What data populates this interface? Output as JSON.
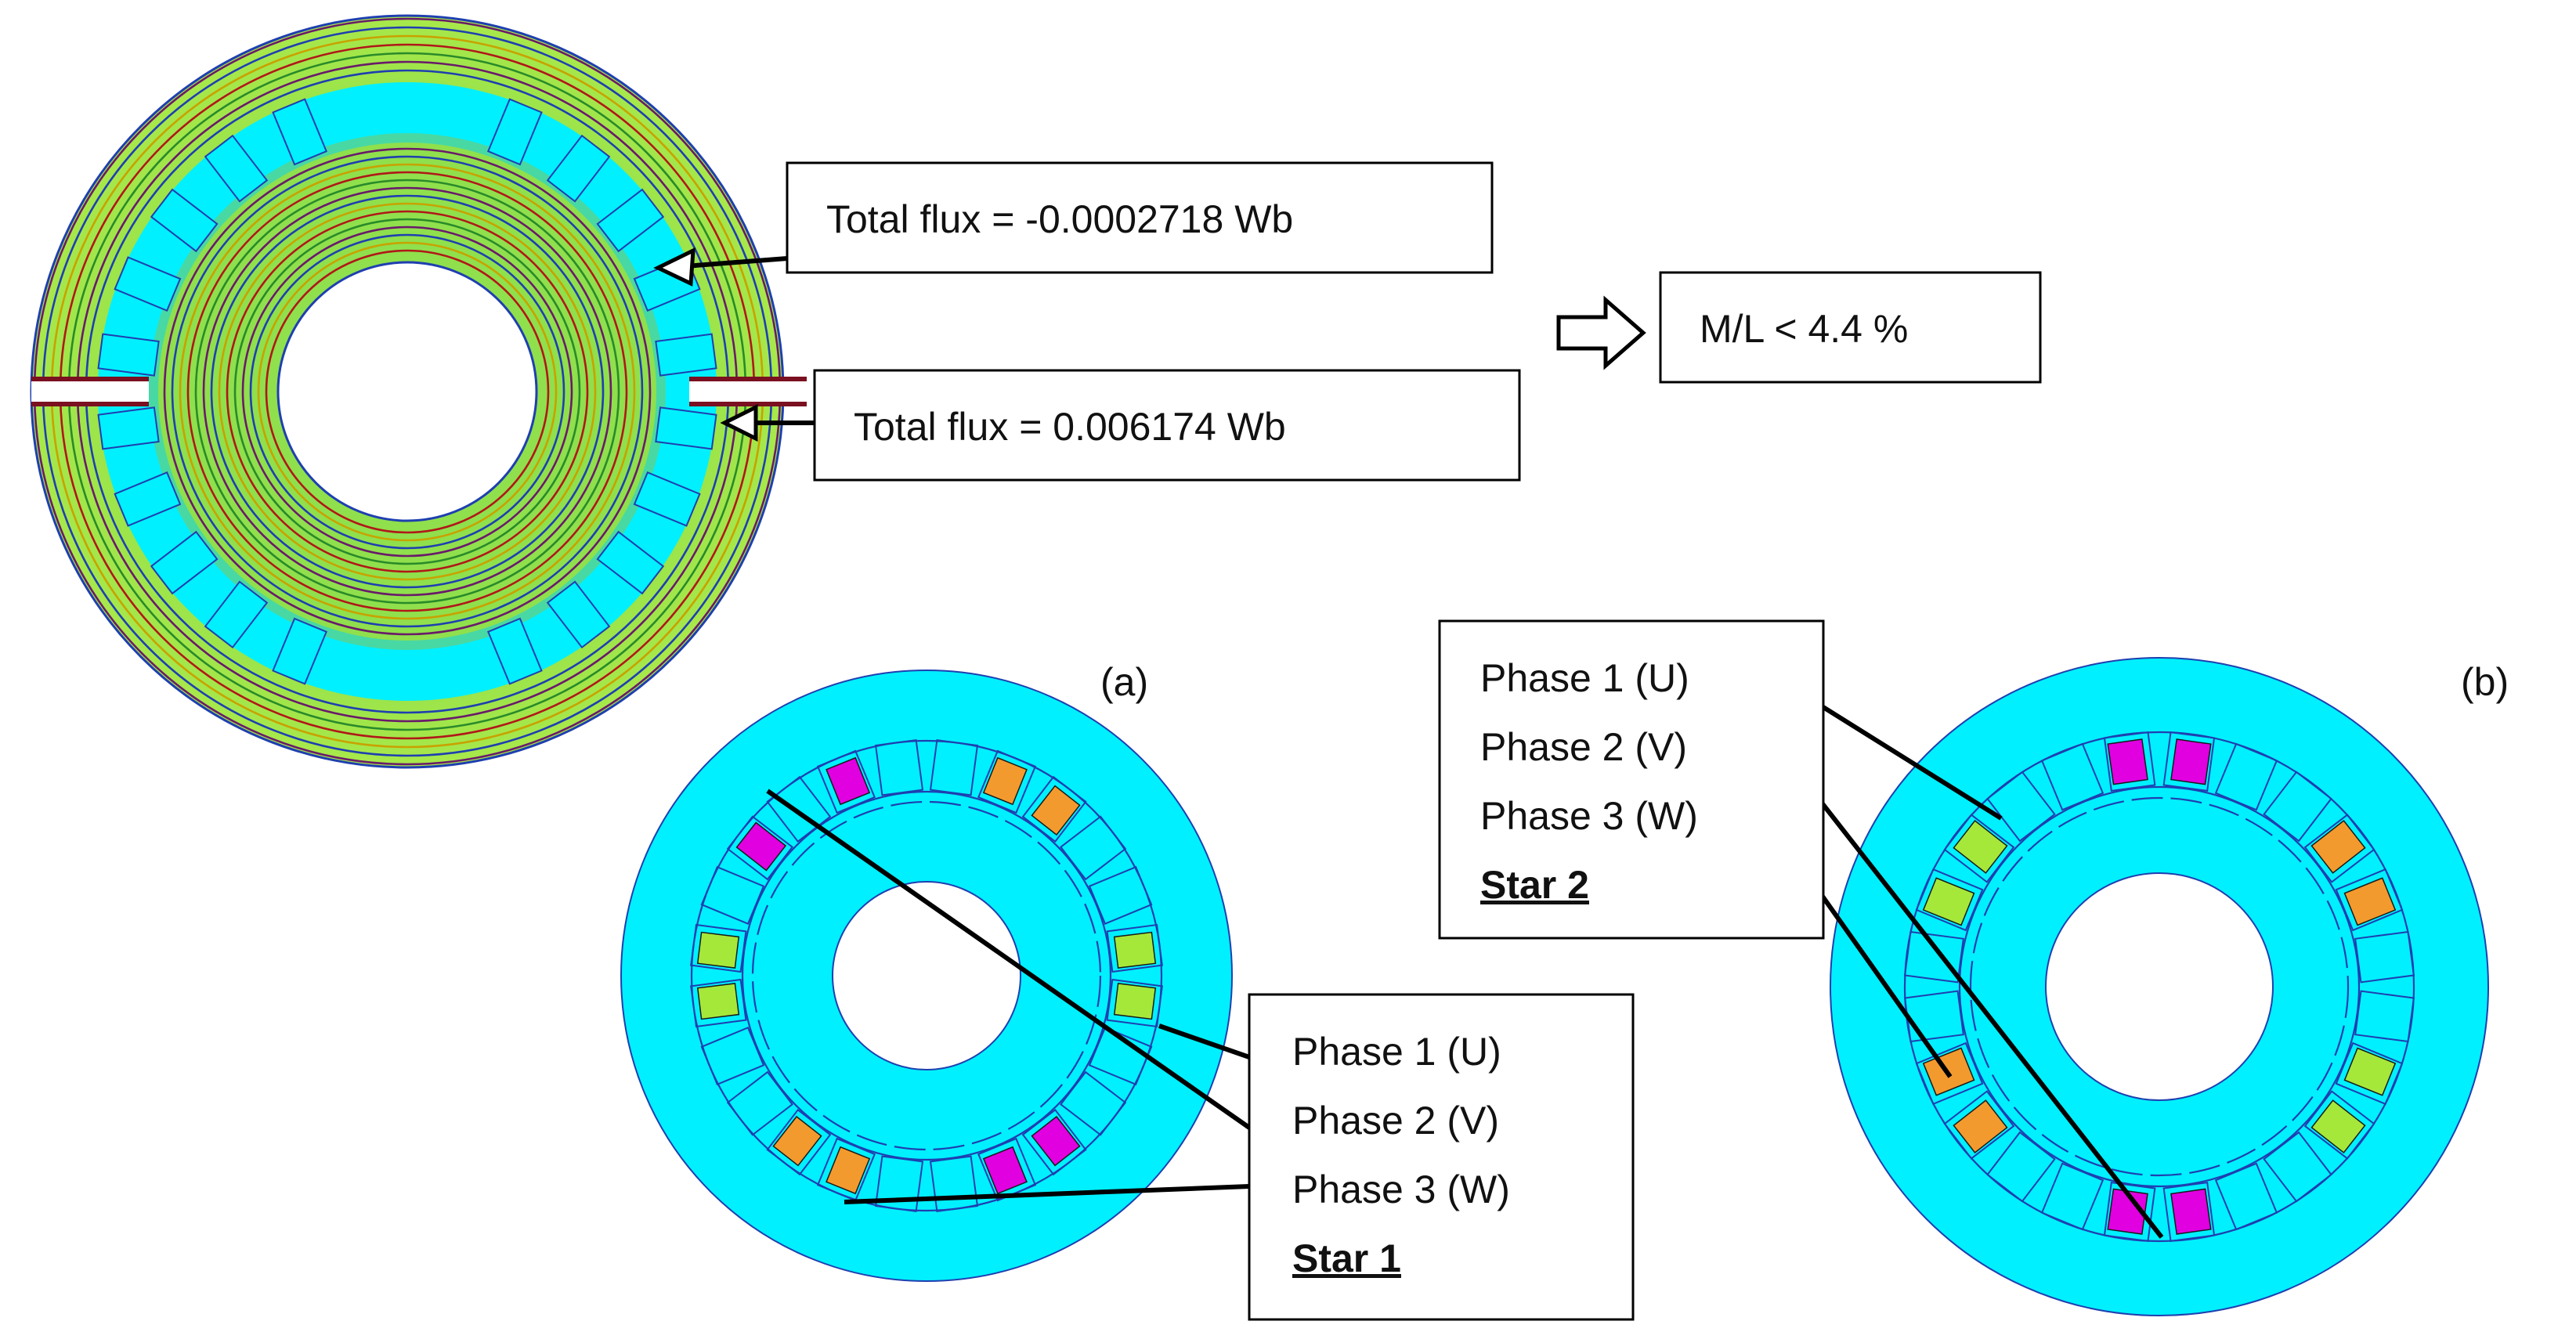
{
  "flux_top": "Total flux = -0.0002718 Wb",
  "flux_bottom": "Total flux = 0.006174 Wb",
  "ratio": "M/L < 4.4 %",
  "label_a": "(a)",
  "label_b": "(b)",
  "star1": {
    "phase1": "Phase 1 (U)",
    "phase2": "Phase 2 (V)",
    "phase3": "Phase 3 (W)",
    "title": "Star 1"
  },
  "star2": {
    "phase1": "Phase 1 (U)",
    "phase2": "Phase 2 (V)",
    "phase3": "Phase 3 (W)",
    "title": "Star 2"
  },
  "colors": {
    "air": "#00f0ff",
    "iron_outer": "#7fe85a",
    "phase_u": "#a6e83a",
    "phase_v": "#e000e0",
    "phase_w": "#f39a2e",
    "outline": "#1f3fb0"
  }
}
